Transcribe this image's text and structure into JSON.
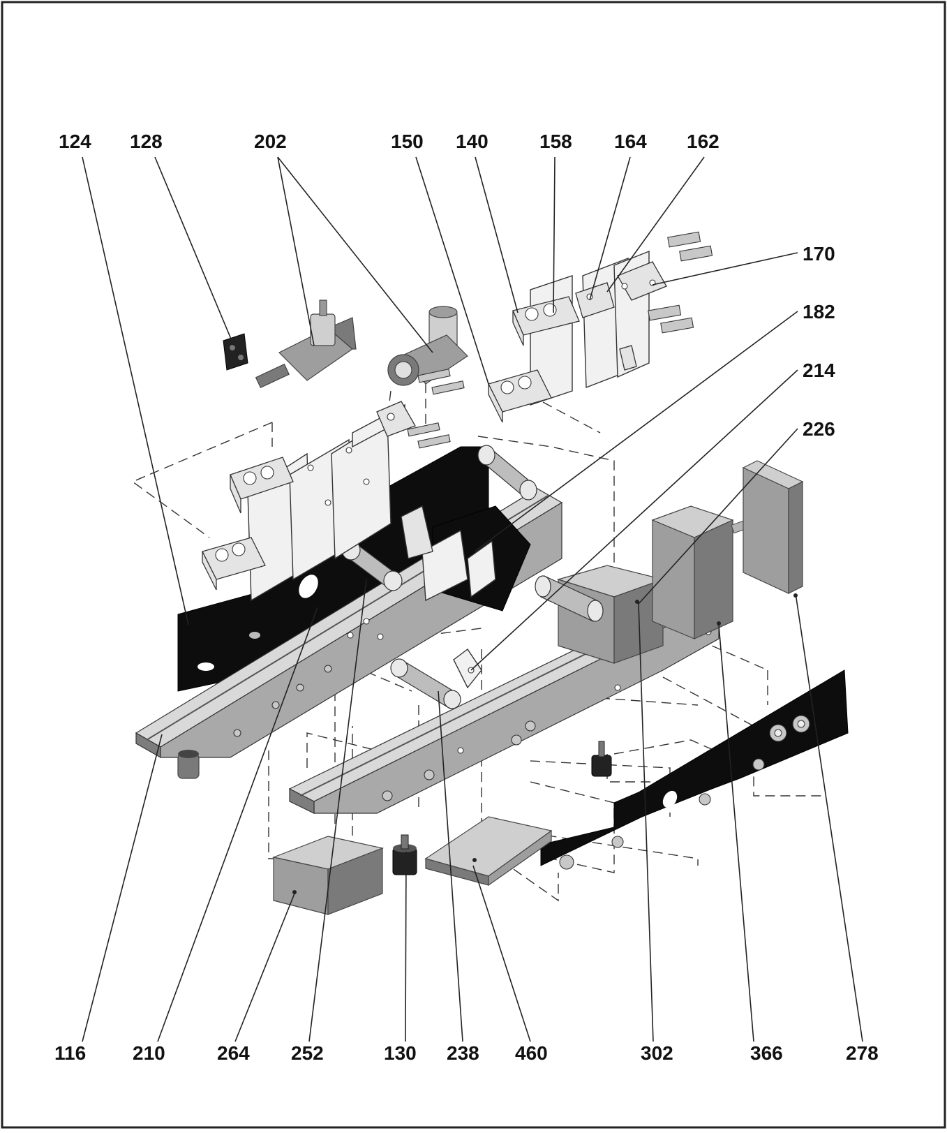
{
  "labels": {
    "l124": "124",
    "l128": "128",
    "l202": "202",
    "l150": "150",
    "l140": "140",
    "l158": "158",
    "l164": "164",
    "l162": "162",
    "l170": "170",
    "l182": "182",
    "l214": "214",
    "l226": "226",
    "l116": "116",
    "l210": "210",
    "l264": "264",
    "l252": "252",
    "l130": "130",
    "l238": "238",
    "l460": "460",
    "l302": "302",
    "l366": "366",
    "l278": "278"
  },
  "colors": {
    "ink": "#111111",
    "dark_plate": "#0d0d0d",
    "metal_light": "#d9d9d9",
    "metal_mid": "#a9a9a9",
    "metal_dark": "#7d7d7d"
  }
}
